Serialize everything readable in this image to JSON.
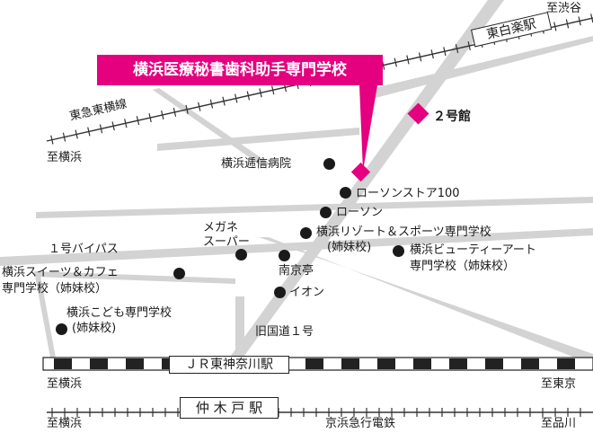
{
  "school": {
    "name": "横浜医療秘書歯科助手専門学校"
  },
  "annex": {
    "label": "２号館"
  },
  "rail": {
    "toyoko_line": "東急東横線",
    "to_shibuya": "至渋谷",
    "to_yokohama_top": "至横浜",
    "higashi_hakuraku_station": "東白楽駅",
    "jr_station": "ＪＲ東神奈川駅",
    "jr_to_yokohama": "至横浜",
    "jr_to_tokyo": "至東京",
    "nakakido_station": "仲 木 戸 駅",
    "keikyu_to_yokohama": "至横浜",
    "keikyu_line": "京浜急行電鉄",
    "keikyu_to_shinagawa": "至品川"
  },
  "roads": {
    "bypass1": "１号バイパス",
    "old_route1": "旧国道１号"
  },
  "places": {
    "hospital": "横浜逓信病院",
    "lawson100": "ローソンストア100",
    "lawson": "ローソン",
    "resort_school": "横浜リゾート＆スポーツ専門学校",
    "resort_school_sub": "(姉妹校)",
    "beauty_school_1": "横浜ビューティーアート",
    "beauty_school_2": "専門学校（姉妹校）",
    "megane_1": "メガネ",
    "megane_2": "スーパー",
    "nankyotei": "南京亭",
    "aeon": "イオン",
    "sweets_1": "横浜スイーツ＆カフェ",
    "sweets_2": "専門学校（姉妹校）",
    "kodomo_1": "横浜こども専門学校",
    "kodomo_2": "(姉妹校)"
  },
  "colors": {
    "accent": "#e4007f",
    "road": "#d3d3d3",
    "ink": "#1a1a1a"
  }
}
